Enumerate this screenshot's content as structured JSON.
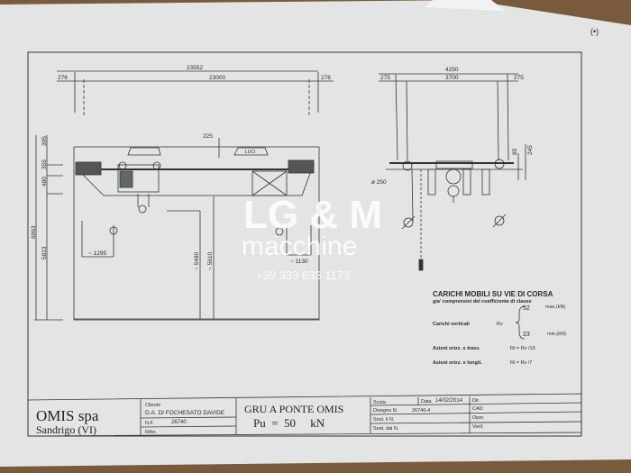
{
  "colors": {
    "paper": "#e3e5e4",
    "background": "#7a5a3c",
    "ink": "#2a2a2a",
    "watermark": "#ffffff"
  },
  "corner_mark": "(•)",
  "front_view": {
    "dims_top": {
      "overall": "23552",
      "span": "23000",
      "left_offset": "276",
      "right_offset": "276"
    },
    "dims_left": [
      "305",
      "355",
      "480",
      "6963",
      "5823"
    ],
    "dim_hook_clearance": "225",
    "label_luci": "LUCI",
    "dims_inner": {
      "left_approach": "~ 1295",
      "right_approach": "~ 1130",
      "hook_height_1": "~ 5480",
      "hook_height_2": "~ 5610"
    }
  },
  "side_view": {
    "dims_top": {
      "overall": "4250",
      "inner": "3700",
      "left_offset": "275",
      "right_offset": "275"
    },
    "dims_right": [
      "85",
      "245"
    ],
    "wheel_diameter": "ø 250"
  },
  "loads_table": {
    "title": "CARICHI MOBILI SU VIE DI CORSA",
    "subtitle": "gia' comprensivi del coefficiente di classe",
    "vertical_label": "Carichi verticali",
    "vertical_symbol": "Rv",
    "max_value": "52",
    "max_unit": "max.(kN)",
    "min_value": "23",
    "min_unit": "min.(kN)",
    "transverse_label": "Azioni orizz. e trasv.",
    "transverse_formula": "Rt  =  Rv /10",
    "longitudinal_label": "Azioni orizz. e longit.",
    "longitudinal_formula": "Rl  =  Rv /7"
  },
  "watermark": {
    "brand": "LG & M",
    "sub": "macchine",
    "phone": "+39 333 633 1173"
  },
  "title_block": {
    "company": "OMIS spa",
    "location": "Sandrigo (VI)",
    "client_label": "Cliente",
    "client": "D.A. DI FOCHESATO DAVIDE",
    "nf_label": "N.F.",
    "nf": "26740",
    "rifer_label": "Rifer.",
    "title": "GRU A PONTE OMIS",
    "capacity": "Pu  =  50     kN",
    "scala_label": "Scala",
    "data_label": "Data",
    "date": "14/02/2014",
    "disegno_label": "Disegno  N.",
    "disegno": "26740-4",
    "sost_il_label": "Sost. il  N.",
    "sost_dal_label": "Sost. dal  N.",
    "dir_label": "Dir.",
    "cad_label": "CAD",
    "oper_label": "Oper.",
    "verif_label": "Verif."
  }
}
